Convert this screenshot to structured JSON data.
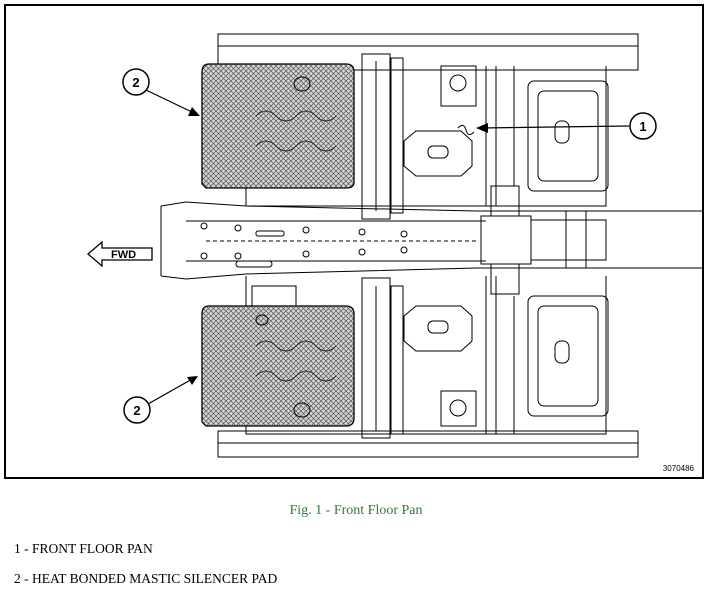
{
  "figure": {
    "figure_id": "3070486",
    "fwd_label": "FWD",
    "callout_1": "1",
    "callout_2": "2",
    "colors": {
      "line": "#000000",
      "pad_fill": "#cfcfcf",
      "caption": "#2e7d32"
    }
  },
  "caption": "Fig. 1 - Front Floor Pan",
  "legend": [
    {
      "number": "1",
      "text": "1 - FRONT FLOOR PAN"
    },
    {
      "number": "2",
      "text": "2 - HEAT BONDED MASTIC SILENCER PAD"
    }
  ]
}
